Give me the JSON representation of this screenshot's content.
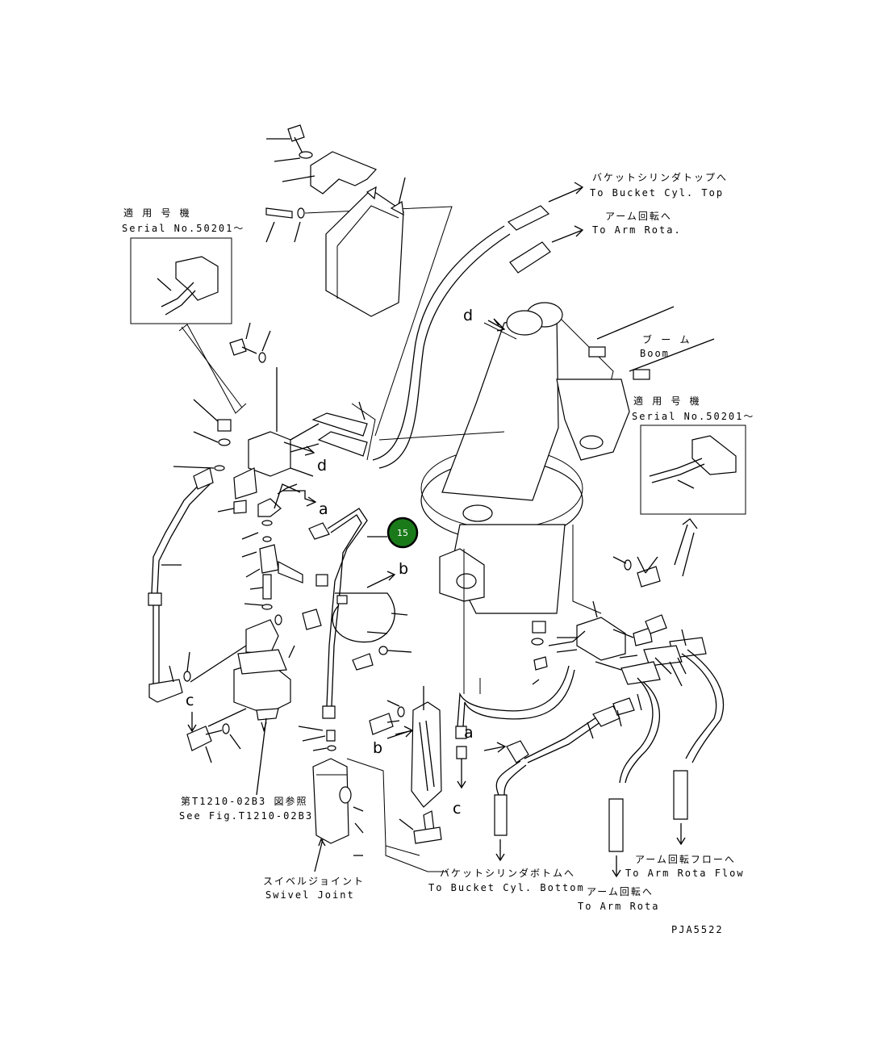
{
  "labels": {
    "bucket_top_jp": "バケットシリンダトップへ",
    "bucket_top_en": "To Bucket Cyl. Top",
    "arm_rota_jp": "アーム回転へ",
    "arm_rota_en": "To Arm Rota.",
    "serial_left_jp": "適 用 号 機",
    "serial_left_en": "Serial No.50201～",
    "serial_right_jp": "適 用 号 機",
    "serial_right_en": "Serial No.50201～",
    "boom_jp": "ブ ー ム",
    "boom_en": "Boom",
    "see_fig_jp": "第T1210-02B3 図参照",
    "see_fig_en": "See Fig.T1210-02B3",
    "swivel_jp": "スイベルジョイント",
    "swivel_en": "Swivel Joint",
    "bucket_bottom_jp": "バケットシリンダボトムへ",
    "bucket_bottom_en": "To Bucket Cyl. Bottom",
    "arm_rota2_jp": "アーム回転へ",
    "arm_rota2_en": "To Arm Rota",
    "arm_flow_jp": "アーム回転フローへ",
    "arm_flow_en": "To Arm Rota Flow",
    "drawing_no": "PJA5522"
  },
  "letters": {
    "a1": "a",
    "a2": "a",
    "b1": "b",
    "b2": "b",
    "c1": "c",
    "c2": "c",
    "d1": "d",
    "d2": "d"
  },
  "callout": {
    "number": "15",
    "color": "#1a7a1a"
  }
}
